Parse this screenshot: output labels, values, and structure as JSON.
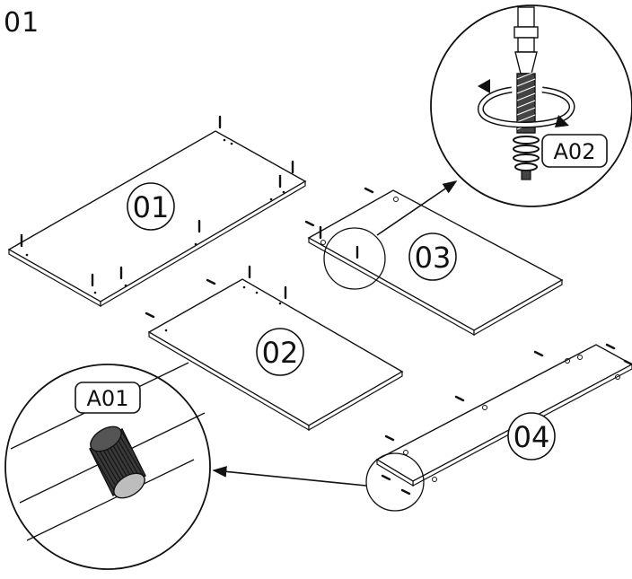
{
  "step": {
    "number": "01"
  },
  "panels": [
    {
      "id": "panel-01",
      "label": "01"
    },
    {
      "id": "panel-02",
      "label": "02"
    },
    {
      "id": "panel-03",
      "label": "03"
    },
    {
      "id": "panel-04",
      "label": "04"
    }
  ],
  "details": {
    "dowel": {
      "label": "A01"
    },
    "cam_screw": {
      "label": "A02"
    }
  },
  "colors": {
    "line": "#111111",
    "board": "#ffffff",
    "shade": "#2a2a2a"
  }
}
